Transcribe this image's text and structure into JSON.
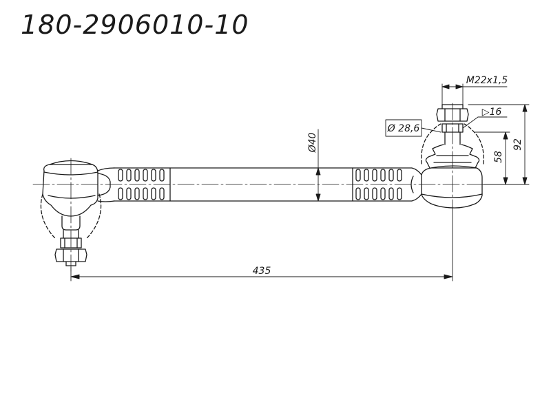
{
  "title": "180-2906010-10",
  "dimensions": {
    "thread": "M22x1,5",
    "taper": "16",
    "ball_diameter": "28,6",
    "tube_diameter": "40",
    "pin_height_small": "58",
    "pin_height_total": "92",
    "overall_length": "435"
  },
  "prefixes": {
    "diameter": "Ø",
    "taper_symbol": "▷"
  },
  "colors": {
    "line": "#1a1a1a",
    "background": "#ffffff"
  }
}
